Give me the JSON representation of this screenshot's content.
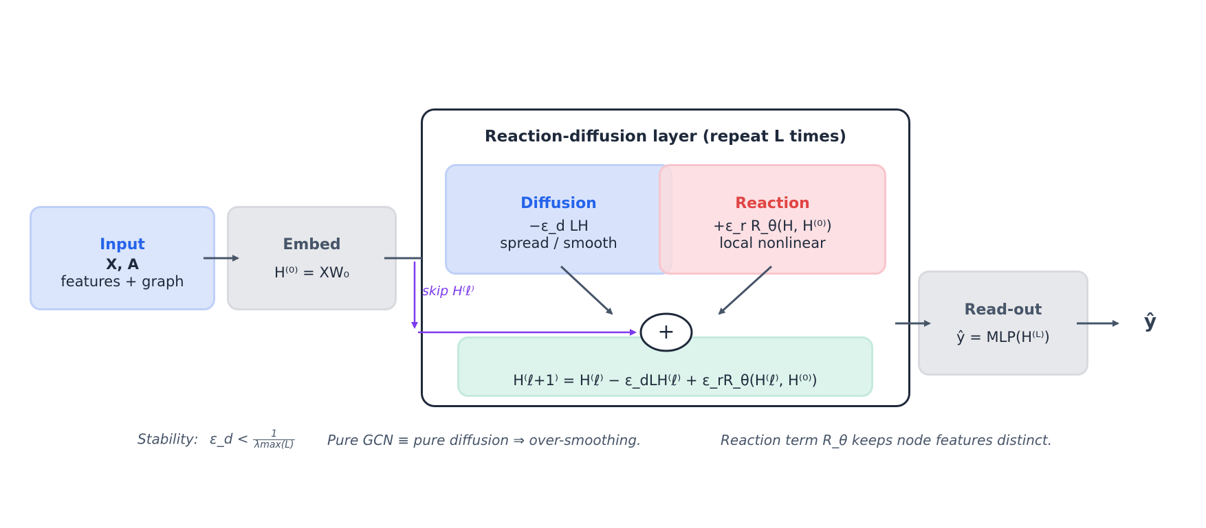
{
  "input": {
    "title": "Input",
    "line1": "X, A",
    "line2": "features + graph"
  },
  "embed": {
    "title": "Embed",
    "formula": "H⁽⁰⁾ = XW₀"
  },
  "layer": {
    "title": "Reaction-diffusion layer  (repeat L times)",
    "diffusion": {
      "title": "Diffusion",
      "formula": "−ε_d LH",
      "desc": "spread / smooth"
    },
    "reaction": {
      "title": "Reaction",
      "formula": "+ε_r R_θ(H, H⁽⁰⁾)",
      "desc": "local nonlinear"
    },
    "sum_symbol": "+",
    "skip_label": "skip H⁽ℓ⁾",
    "update": "H⁽ℓ+1⁾ = H⁽ℓ⁾ − ε_dLH⁽ℓ⁾ + ε_rR_θ(H⁽ℓ⁾, H⁽⁰⁾)"
  },
  "readout": {
    "title": "Read-out",
    "formula": "ŷ = MLP(H⁽ᴸ⁾)"
  },
  "output_label": "ŷ",
  "footer": {
    "stability_prefix": "Stability:",
    "stability_lhs": "ε_d <",
    "stability_num": "1",
    "stability_den": "λmax(L)",
    "note1": "Pure GCN ≡ pure diffusion ⇒ over-smoothing.",
    "note2": "Reaction term R_θ keeps node features distinct."
  },
  "colors": {
    "arrow": "#475569",
    "skip": "#7c3aed",
    "dark": "#1e293b",
    "blue": "#2563eb",
    "red": "#e14444"
  }
}
